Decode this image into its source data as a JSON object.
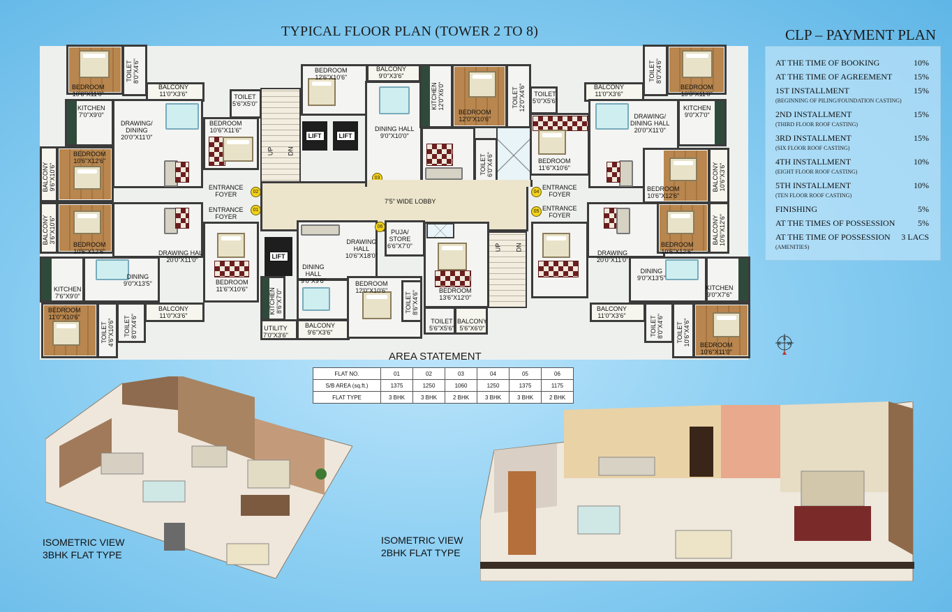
{
  "title": "TYPICAL FLOOR PLAN (TOWER 2 TO 8)",
  "floor_plan": {
    "rooms": {
      "bedroom_tl": [
        "BEDROOM",
        "10'6\"X11'0\""
      ],
      "toilet_tl": [
        "TOILET",
        "8'0\"X4'6\""
      ],
      "balcony_tl": [
        "BALCONY",
        "11'0\"X3'6\""
      ],
      "kitchen_l1": [
        "KITCHEN",
        "7'0\"X9'0\""
      ],
      "drawing_l1": [
        "DRAWING/",
        "DINING",
        "20'0\"X11'0\""
      ],
      "bedroom_l1": [
        "BEDROOM",
        "10'6\"X11'6\""
      ],
      "toilet_l1": [
        "TOILET",
        "5'6\"X5'0\""
      ],
      "bedroom_l2": [
        "BEDROOM",
        "10'6\"X12'6\""
      ],
      "balcony_l2": [
        "BALCONY",
        "9'6\"X10'6\""
      ],
      "foyer_02": [
        "ENTRANCE",
        "FOYER"
      ],
      "foyer_01": [
        "ENTRANCE",
        "FOYER"
      ],
      "balcony_l3": [
        "BALCONY",
        "3'6\"X10'6\""
      ],
      "bedroom_l3": [
        "BEDROOM",
        "10'6\"X12'6\""
      ],
      "drawing_l3": [
        "DRAWING HALL",
        "20'0\"X11'0\""
      ],
      "bedroom_l4": [
        "BEDROOM",
        "11'6\"X10'6\""
      ],
      "dining_l3": [
        "DINING",
        "9'0\"X13'5\""
      ],
      "kitchen_l3": [
        "KITCHEN",
        "7'6\"X9'0\""
      ],
      "bedroom_bl": [
        "BEDROOM",
        "11'0\"X10'6\""
      ],
      "toilet_bl1": [
        "TOILET",
        "4'6\"X10'6\""
      ],
      "toilet_bl2": [
        "TOILET",
        "8'0\"X4'6\""
      ],
      "balcony_bl": [
        "BALCONY",
        "11'0\"X3'6\""
      ],
      "bedroom_c1": [
        "BEDROOM",
        "12'6\"X10'6\""
      ],
      "balcony_c1": [
        "BALCONY",
        "9'0\"X3'6\""
      ],
      "kitchen_c1": [
        "KITCHEN",
        "12'0\"X6'0\""
      ],
      "dining_c1": [
        "DINING HALL",
        "9'0\"X10'0\""
      ],
      "bedroom_c2": [
        "BEDROOM",
        "12'0\"X10'6\""
      ],
      "toilet_c2": [
        "TOILET",
        "12'0\"X4'6\""
      ],
      "toilet_c3": [
        "TOILET",
        "6'0\"X4'6\""
      ],
      "lobby": [
        "7'5\" WIDE LOBBY"
      ],
      "drawing_c4": [
        "DRAWING",
        "HALL",
        "10'6\"X18'0\""
      ],
      "puja": [
        "PUJA/",
        "STORE",
        "6'6\"X7'0\""
      ],
      "dining_c4": [
        "DINING",
        "HALL",
        "9'0\"X9'6\""
      ],
      "kitchen_c4": [
        "KITCHEN",
        "8'6\"X7'0\""
      ],
      "utility_c4": [
        "UTILITY",
        "7'0\"X3'6\""
      ],
      "balcony_c4": [
        "BALCONY",
        "9'6\"X3'6\""
      ],
      "bedroom_c4": [
        "BEDROOM",
        "12'0\"X10'6\""
      ],
      "toilet_c4": [
        "TOILET",
        "8'6\"X4'6\""
      ],
      "bedroom_c5": [
        "BEDROOM",
        "13'6\"X12'0\""
      ],
      "toilet_c5": [
        "TOILET",
        "5'6\"X5'6\""
      ],
      "balcony_c5": [
        "BALCONY",
        "5'6\"X6'0\""
      ],
      "toilet_r1": [
        "TOILET",
        "5'0\"X5'6\""
      ],
      "bedroom_r1": [
        "BEDROOM",
        "11'6\"X10'6\""
      ],
      "balcony_r1": [
        "BALCONY",
        "11'0\"X3'6\""
      ],
      "toilet_tr": [
        "TOILET",
        "8'0\"X4'6\""
      ],
      "bedroom_tr": [
        "BEDROOM",
        "10'0\"X11'0\""
      ],
      "kitchen_r1": [
        "KITCHEN",
        "9'0\"X7'0\""
      ],
      "drawing_r1": [
        "DRAWING/",
        "DINING HALL",
        "20'0\"X11'0\""
      ],
      "bedroom_r2": [
        "BEDROOM",
        "10'6\"X12'6\""
      ],
      "balcony_r2": [
        "BALCONY",
        "10'6\"X3'6\""
      ],
      "foyer_04": [
        "ENTRANCE",
        "FOYER"
      ],
      "foyer_05": [
        "ENTRANCE",
        "FOYER"
      ],
      "balcony_r3": [
        "BALCONY",
        "10'6\"X12'6\""
      ],
      "bedroom_r3": [
        "BEDROOM",
        "10'6\"X12'6\""
      ],
      "drawing_r3": [
        "DRAWING",
        "20'0\"X11'0\""
      ],
      "dining_r3": [
        "DINING",
        "9'0\"X13'5\""
      ],
      "kitchen_r3": [
        "KITCHEN",
        "9'0\"X7'6\""
      ],
      "balcony_br": [
        "BALCONY",
        "11'0\"X3'6\""
      ],
      "toilet_br1": [
        "TOILET",
        "8'0\"X4'6\""
      ],
      "toilet_br2": [
        "TOILET",
        "10'6\"X4'6\""
      ],
      "bedroom_br": [
        "BEDROOM",
        "10'6\"X11'0\""
      ]
    },
    "lift_label": "LIFT",
    "stairs_up": "UP",
    "stairs_down": "DN",
    "flat_numbers": [
      "01",
      "02",
      "03",
      "04",
      "05",
      "06"
    ]
  },
  "payment_plan": {
    "title": "CLP – PAYMENT PLAN",
    "rows": [
      {
        "label": "AT THE TIME OF BOOKING",
        "value": "10%",
        "note": ""
      },
      {
        "label": "AT THE TIME OF AGREEMENT",
        "value": "15%",
        "note": ""
      },
      {
        "label": "1ST INSTALLMENT",
        "value": "15%",
        "note": "(BEGINNING OF PILING/FOUNDATION CASTING)"
      },
      {
        "label": "2ND INSTALLMENT",
        "value": "15%",
        "note": "(THIRD FLOOR ROOF CASTING)"
      },
      {
        "label": "3RD INSTALLMENT",
        "value": "15%",
        "note": "(SIX FLOOR ROOF CASTING)"
      },
      {
        "label": "4TH INSTALLMENT",
        "value": "10%",
        "note": "(EIGHT FLOOR ROOF CASTING)"
      },
      {
        "label": "5TH INSTALLMENT",
        "value": "10%",
        "note": "(TEN FLOOR ROOF CASTING)"
      },
      {
        "label": "FINISHING",
        "value": "5%",
        "note": ""
      },
      {
        "label": "AT THE TIMES OF POSSESSION",
        "value": "5%",
        "note": ""
      },
      {
        "label": "AT THE TIME OF POSSESSION",
        "value": "3 LACS",
        "note": "(AMENITIES)"
      }
    ]
  },
  "area_statement": {
    "title": "AREA STATEMENT",
    "row_headers": [
      "FLAT NO.",
      "S/B AREA (sq.ft.)",
      "FLAT TYPE"
    ],
    "flat_no": [
      "01",
      "02",
      "03",
      "04",
      "05",
      "06"
    ],
    "area": [
      "1375",
      "1250",
      "1060",
      "1250",
      "1375",
      "1175"
    ],
    "type": [
      "3 BHK",
      "3 BHK",
      "2 BHK",
      "3 BHK",
      "3 BHK",
      "2 BHK"
    ]
  },
  "iso_3bhk": {
    "line1": "ISOMETRIC VIEW",
    "line2": "3BHK FLAT TYPE"
  },
  "iso_2bhk": {
    "line1": "ISOMETRIC VIEW",
    "line2": "2BHK FLAT TYPE"
  },
  "compass": {
    "n": "N",
    "s": "S",
    "e": "E",
    "w": "W"
  }
}
